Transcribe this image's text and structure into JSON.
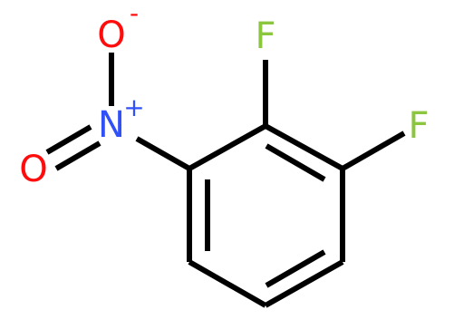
{
  "molecule": {
    "atoms": {
      "f_top": {
        "symbol": "F",
        "color": "#8cc63f"
      },
      "f_right": {
        "symbol": "F",
        "color": "#8cc63f"
      },
      "nitrogen": {
        "symbol": "N",
        "charge": "+",
        "color": "#3050f8"
      },
      "oxygen_top": {
        "symbol": "O",
        "charge": "-",
        "color": "#ff0d0d"
      },
      "oxygen_left": {
        "symbol": "O",
        "color": "#ff0d0d"
      }
    },
    "bond_color": "#000000"
  }
}
